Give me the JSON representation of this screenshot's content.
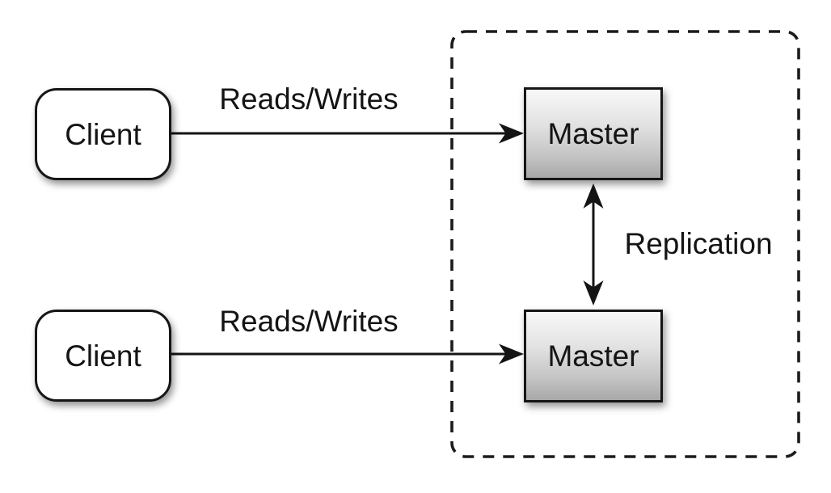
{
  "diagram": {
    "clients": [
      {
        "label": "Client"
      },
      {
        "label": "Client"
      }
    ],
    "masters": [
      {
        "label": "Master"
      },
      {
        "label": "Master"
      }
    ],
    "edges": {
      "top": {
        "label": "Reads/Writes",
        "direction": "client-to-master"
      },
      "bottom": {
        "label": "Reads/Writes",
        "direction": "client-to-master"
      },
      "replication": {
        "label": "Replication",
        "direction": "bidirectional"
      }
    },
    "colors": {
      "background": "#ffffff",
      "stroke": "#141414",
      "client_fill": "#ffffff",
      "master_fill_top": "#f8f8f8",
      "master_fill_bottom": "#a8a8a8"
    }
  }
}
